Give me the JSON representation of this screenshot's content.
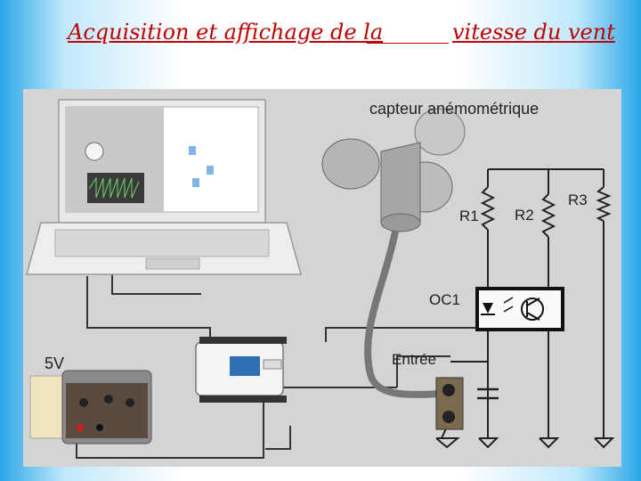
{
  "title": {
    "left": "Acquisition et affichage de la",
    "right": "vitesse du vent"
  },
  "diagram": {
    "sensor_label": "capteur anémométrique",
    "r1": "R1",
    "r2": "R2",
    "r3": "R3",
    "oc1": "OC1",
    "input_label": "Entrée",
    "supply_label": "5V"
  },
  "colors": {
    "title": "#c00000",
    "panel": "#d4d4d4",
    "wire": "#333333"
  },
  "icons": [
    "laptop-icon",
    "anemometer-icon",
    "daq-box-icon",
    "power-supply-icon",
    "optocoupler-icon",
    "ground-icon",
    "resistor-icon",
    "capacitor-icon"
  ]
}
